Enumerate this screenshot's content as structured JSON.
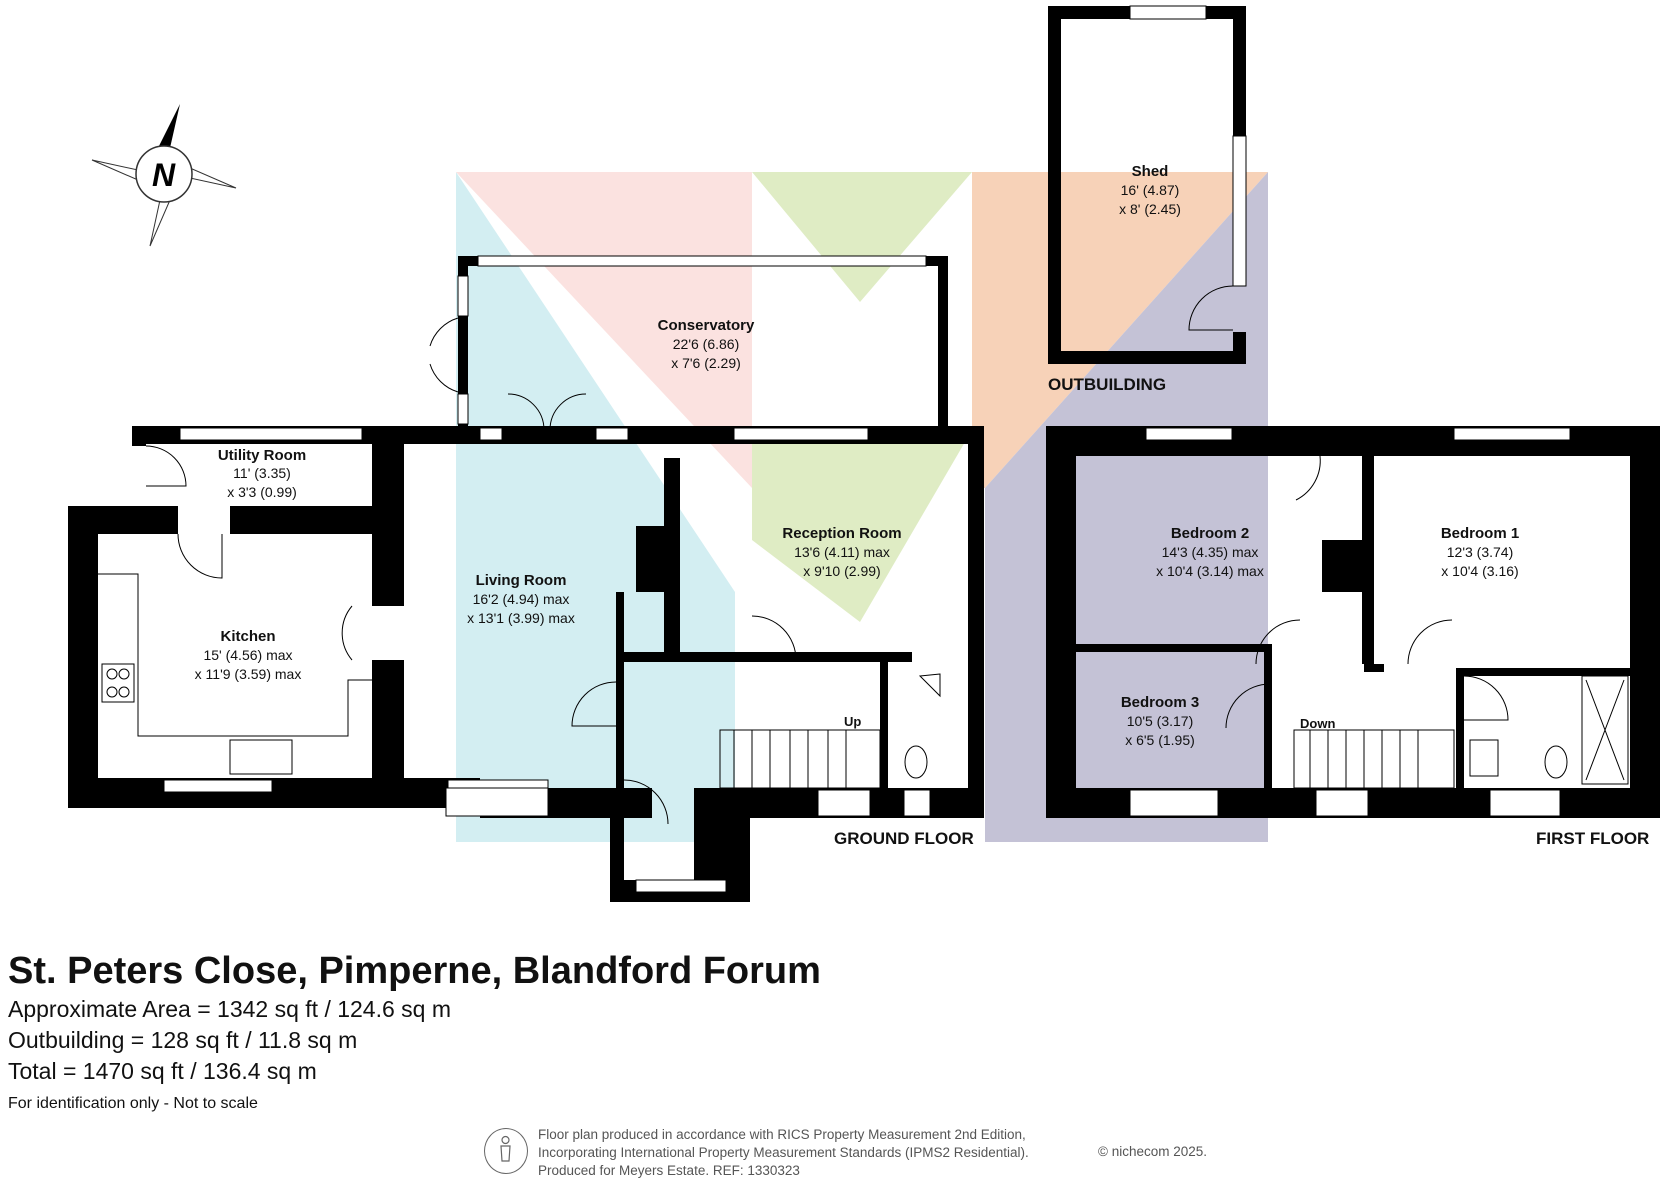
{
  "rooms": {
    "conservatory": {
      "name": "Conservatory",
      "dim1": "22'6 (6.86)",
      "dim2": "x 7'6 (2.29)"
    },
    "utility": {
      "name": "Utility Room",
      "dim1": "11' (3.35)",
      "dim2": "x 3'3 (0.99)"
    },
    "kitchen": {
      "name": "Kitchen",
      "dim1": "15' (4.56) max",
      "dim2": "x 11'9 (3.59) max"
    },
    "living": {
      "name": "Living Room",
      "dim1": "16'2 (4.94) max",
      "dim2": "x 13'1 (3.99) max"
    },
    "reception": {
      "name": "Reception Room",
      "dim1": "13'6 (4.11) max",
      "dim2": "x 9'10 (2.99)"
    },
    "shed": {
      "name": "Shed",
      "dim1": "16' (4.87)",
      "dim2": "x 8' (2.45)"
    },
    "bedroom2": {
      "name": "Bedroom 2",
      "dim1": "14'3 (4.35) max",
      "dim2": "x 10'4 (3.14) max"
    },
    "bedroom1": {
      "name": "Bedroom 1",
      "dim1": "12'3 (3.74)",
      "dim2": "x 10'4 (3.16)"
    },
    "bedroom3": {
      "name": "Bedroom 3",
      "dim1": "10'5 (3.17)",
      "dim2": "x 6'5 (1.95)"
    }
  },
  "labels": {
    "outbuilding": "OUTBUILDING",
    "ground_floor": "GROUND FLOOR",
    "first_floor": "FIRST FLOOR",
    "up": "Up",
    "down": "Down",
    "compass": "N"
  },
  "info": {
    "title": "St. Peters Close, Pimperne, Blandford Forum",
    "area": "Approximate Area = 1342 sq ft / 124.6 sq m",
    "outbuilding": "Outbuilding = 128 sq ft / 11.8 sq m",
    "total": "Total = 1470 sq ft / 136.4 sq m",
    "note": "For identification only - Not to scale"
  },
  "footer": {
    "line1": "Floor plan produced in accordance with RICS Property Measurement 2nd Edition,",
    "line2": "Incorporating International Property Measurement Standards (IPMS2 Residential).",
    "line3": "Produced for Meyers Estate.   REF: 1330323",
    "copyright": "© nichecom 2025."
  },
  "colors": {
    "blue": "#d3eef2",
    "pink": "#fbe2e0",
    "green": "#dfecc4",
    "orange": "#f7d2b8",
    "lavender": "#c4c2d6",
    "wall": "#000000"
  }
}
